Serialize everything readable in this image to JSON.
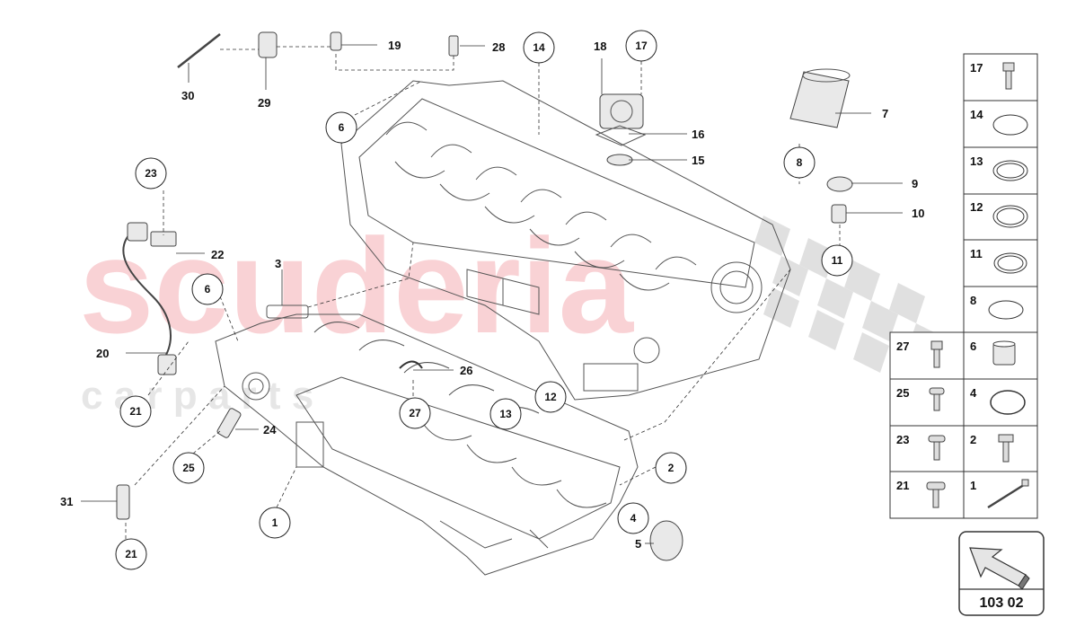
{
  "watermark": {
    "main": "scuderia",
    "sub": "c a r   p a r t s",
    "color": "#f2a0a6"
  },
  "page_code": "103 02",
  "callouts_circled": [
    "23",
    "6",
    "6",
    "21",
    "21",
    "25",
    "27",
    "14",
    "17",
    "8",
    "11",
    "12",
    "13",
    "2",
    "4",
    "1"
  ],
  "callouts_plain": [
    "30",
    "29",
    "19",
    "28",
    "18",
    "16",
    "15",
    "7",
    "9",
    "10",
    "22",
    "3",
    "20",
    "26",
    "24",
    "31",
    "5"
  ],
  "legend_table": {
    "col_right": [
      "17",
      "14",
      "13",
      "12",
      "11",
      "8",
      "6",
      "4",
      "2",
      "1"
    ],
    "col_left": [
      "27",
      "25",
      "23",
      "21"
    ]
  },
  "icons": {
    "nav": "arrow-up-left-icon"
  }
}
